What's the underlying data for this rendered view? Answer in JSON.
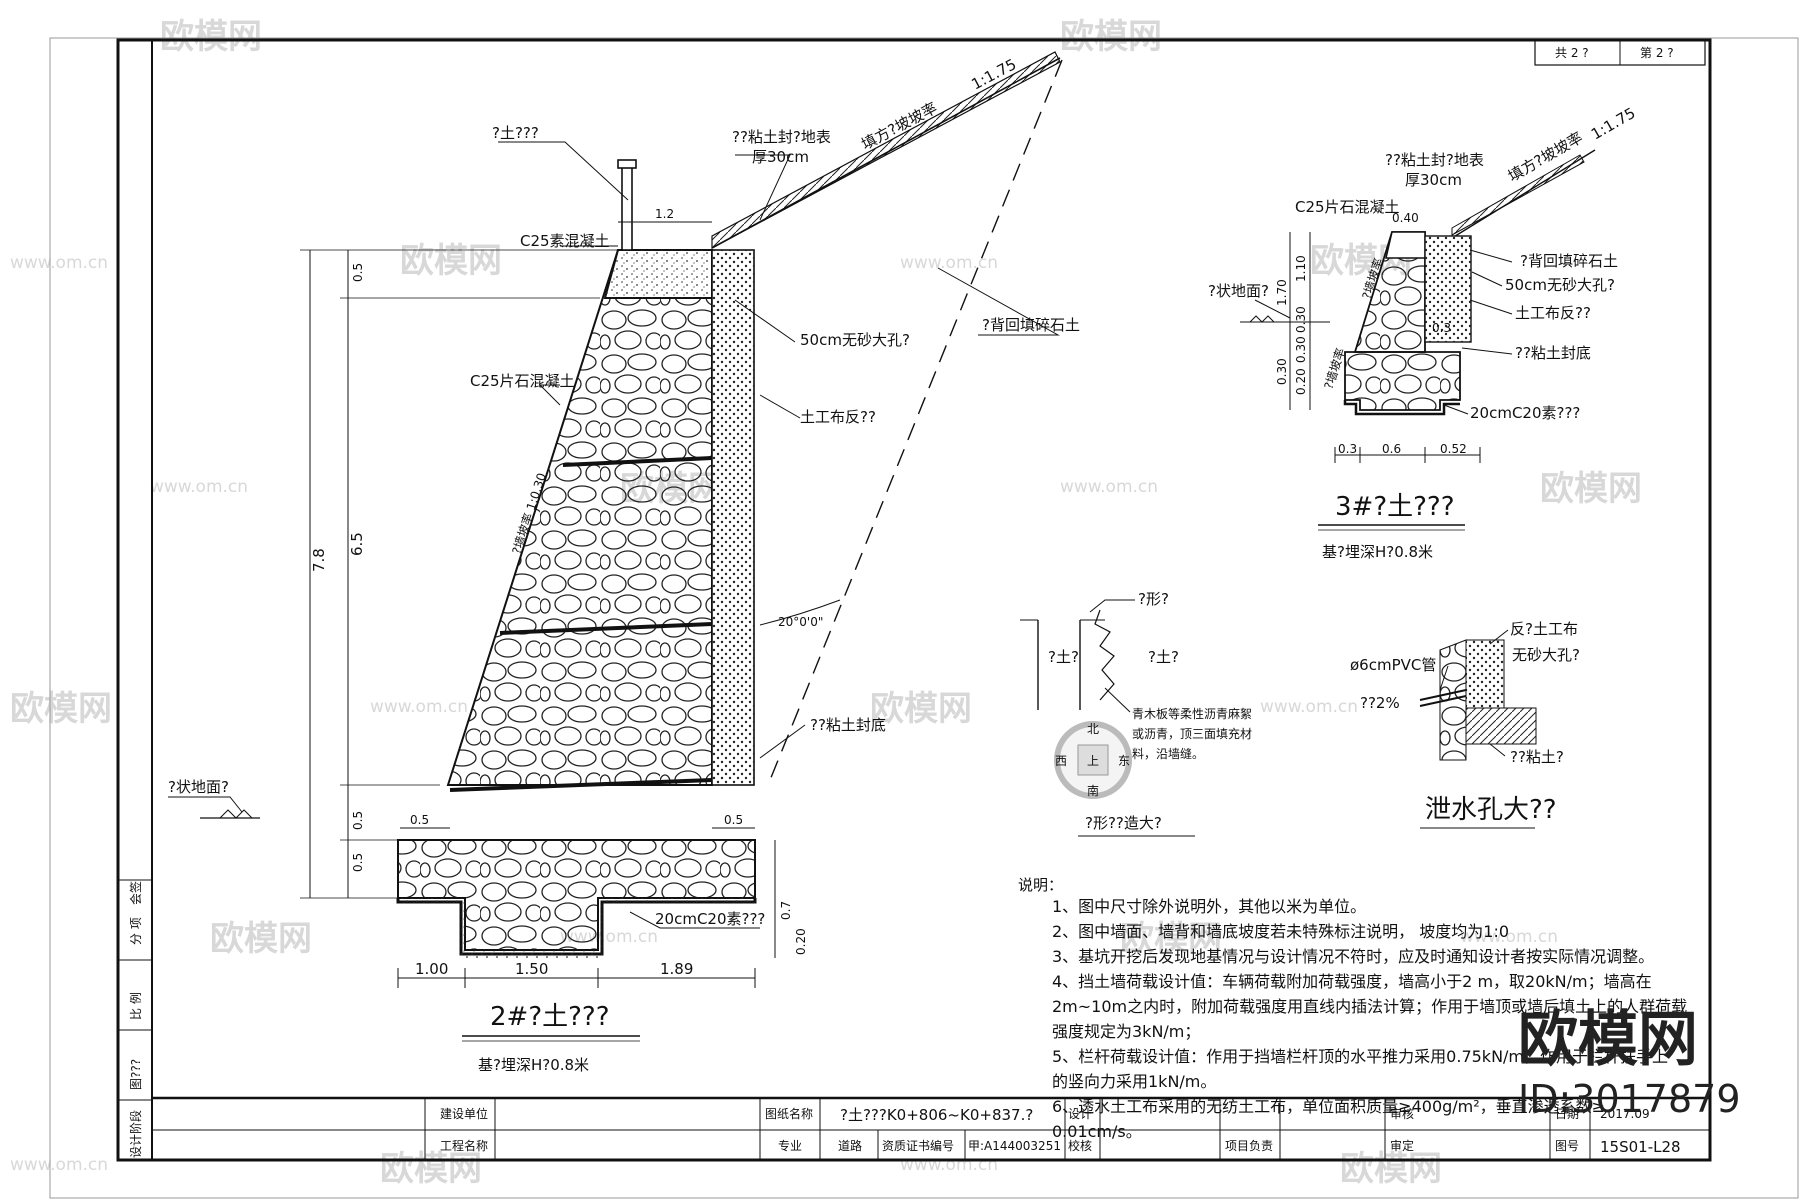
{
  "watermark": {
    "brand": "欧模网",
    "site": "www.om.cn"
  },
  "sheet": {
    "total": "共 2 ?",
    "current": "第 2 ?"
  },
  "main": {
    "labels": {
      "top_left": "?土???",
      "clay_surface_1": "??粘土封?地表",
      "clay_surface_2": "厚30cm",
      "slope_label": "填方?坡坡率",
      "slope_ratio": "1:1.75",
      "cap": "C25素混凝土",
      "sand_layer": "50cm无砂大孔?",
      "rubble": "C25片石混凝土",
      "backfill": "?背回填碎石土",
      "geotextile": "土工布反??",
      "clay_base": "??粘土封底",
      "angle": "20°0'0\"",
      "ground": "?状地面?",
      "wall_slope": "?墙坡率 1:0.30",
      "base_c20": "20cmC20素???"
    },
    "dims": {
      "total_h": "7.8",
      "wall_h": "6.5",
      "top_h": "0.5",
      "foot_h1": "0.5",
      "foot_h2": "0.5",
      "top_w": "1.2",
      "toe": "0.5",
      "heel": "0.5",
      "d07": "0.7",
      "d020": "0.20",
      "b1": "1.00",
      "b2": "1.50",
      "b3": "1.89"
    },
    "title": "2#?土???",
    "subtitle": "基?埋深H?0.8米"
  },
  "detail3": {
    "labels": {
      "clay_surface_1": "??粘土封?地表",
      "clay_surface_2": "厚30cm",
      "slope_label": "填方?坡坡率",
      "slope_ratio": "1:1.75",
      "cap": "C25片石混凝土",
      "top_w": "0.40",
      "backfill": "?背回填碎石土",
      "sand_layer": "50cm无砂大孔?",
      "geotextile": "土工布反??",
      "clay_base": "??粘土封底",
      "ground": "?状地面?",
      "base_c20": "20cmC20素???",
      "wall_slope1": "?墙坡率",
      "wall_slope2": "?墙坡率"
    },
    "dims": {
      "h1": "1.70",
      "h2": "1.10",
      "h3": "0.30",
      "h4": "0.30",
      "h5": "0.20",
      "h6": "0.30",
      "b1": "0.3",
      "b2": "0.6",
      "b3": "0.52",
      "r1": "0.3"
    },
    "title": "3#?土???",
    "subtitle": "基?埋深H?0.8米"
  },
  "joint": {
    "top": "?形?",
    "left": "?土?",
    "right": "?土?",
    "desc1": "青木板等柔性沥青麻絮",
    "desc2": "或沥青，顶三面填充材",
    "desc3": "料，沿墙缝。",
    "title": "?形??造大?",
    "compass": {
      "n": "北",
      "s": "南",
      "w": "西",
      "e": "东",
      "c": "上"
    }
  },
  "drain": {
    "l1": "反?土工布",
    "l2": "无砂大孔?",
    "l3": "ø6cmPVC管",
    "l4": "??2%",
    "l5": "??粘土?",
    "title": "泄水孔大??"
  },
  "notes": {
    "head": "说明：",
    "lines": [
      "1、图中尺寸除外说明外，其他以米为单位。",
      "2、图中墙面、墙背和墙底坡度若未特殊标注说明，  坡度均为1:0",
      "3、基坑开挖后发现地基情况与设计情况不符时，应及时通知设计者按实际情况调整。",
      "4、挡土墙荷载设计值：车辆荷载附加荷载强度，墙高小于2 m，取20kN/m；墙高在",
      "2m~10m之内时，附加荷载强度用直线内插法计算；作用于墙顶或墙后填土上的人群荷载",
      "强度规定为3kN/m；",
      "5、栏杆荷载设计值：作用于挡墙栏杆顶的水平推力采用0.75kN/m，作用于栏杆扶手上",
      "的竖向力采用1kN/m。",
      "6、透水土工布采用的无纺土工布，单位面积质量≥400g/m²，垂直渗透系数≥",
      "0.01cm/s。"
    ]
  },
  "titleblock": {
    "c1": "建设单位",
    "c2": "工程名称",
    "c3": "图纸名称",
    "c4": "专业",
    "c5": "道路",
    "c6": "资质证书编号",
    "c7": "甲:A144003251",
    "c8": "设计",
    "c9": "校核",
    "c10": "项目负责",
    "c11": "审核",
    "c12": "审定",
    "c13": "日期",
    "c14": "2017.09",
    "c15": "图号",
    "c16": "15S01-L28",
    "drawing_name": "?土???K0+806~K0+837.?"
  },
  "sidestrip": {
    "s1": "会签",
    "s2": "分 项",
    "s3": "比 例",
    "s4": "图???",
    "s5": "设计阶段"
  },
  "brand": {
    "logo": "欧模网",
    "id": "ID:3017879"
  }
}
